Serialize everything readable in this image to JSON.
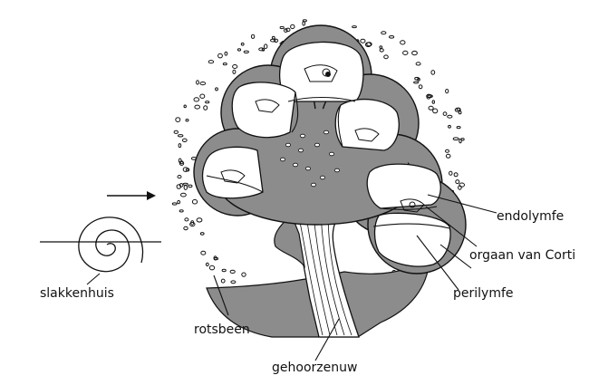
{
  "labels": {
    "endolymph": "endolymfe",
    "organ_of_corti": "orgaan van Corti",
    "perilymph": "perilymfe",
    "cochlea": "slakkenhuis",
    "temporal_bone": "rotsbeen",
    "auditory_nerve": "gehoorzenuw"
  },
  "colors": {
    "bone_grey": "#8c8c8c",
    "outline": "#111111",
    "background": "#ffffff"
  }
}
